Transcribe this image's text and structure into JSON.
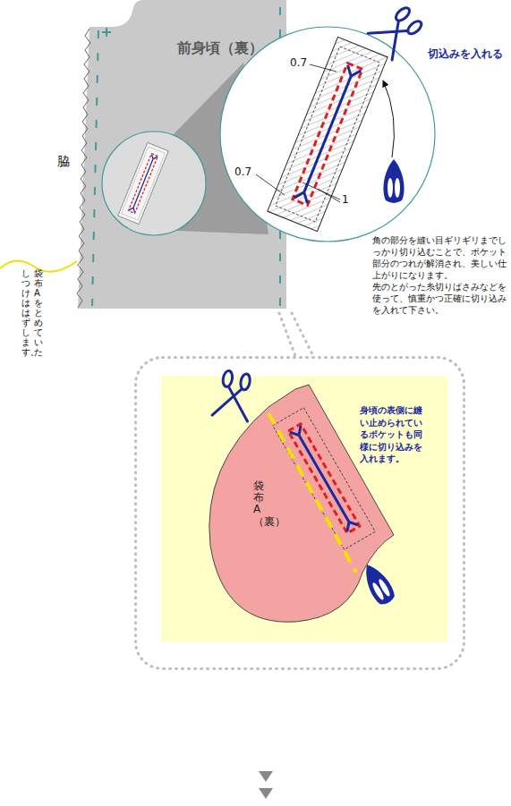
{
  "diagram": {
    "nodes": [
      {
        "text": [
          "前身頃（裏）"
        ]
      },
      {
        "text": [
          "身頃の表側に縫い止められているポケットも同様に切り込みを入れます。"
        ]
      },
      {
        "text": [
          "袋布A（裏）"
        ],
        "in": 1
      }
    ],
    "labels": [
      "脇",
      "袋布Aをとめていた",
      "しつけははずします。",
      "切込みを入れる",
      "0.7",
      "0.7",
      "1",
      "角の部分を縫い目ギリギリまでしっかり切り込むことで、ポケット部分のつれが解消され、美しい仕上がりになります。",
      "先のとがった糸切りばさみなどを使って、慎重かつ正確に切り込みを入れて下さい。"
    ]
  }
}
